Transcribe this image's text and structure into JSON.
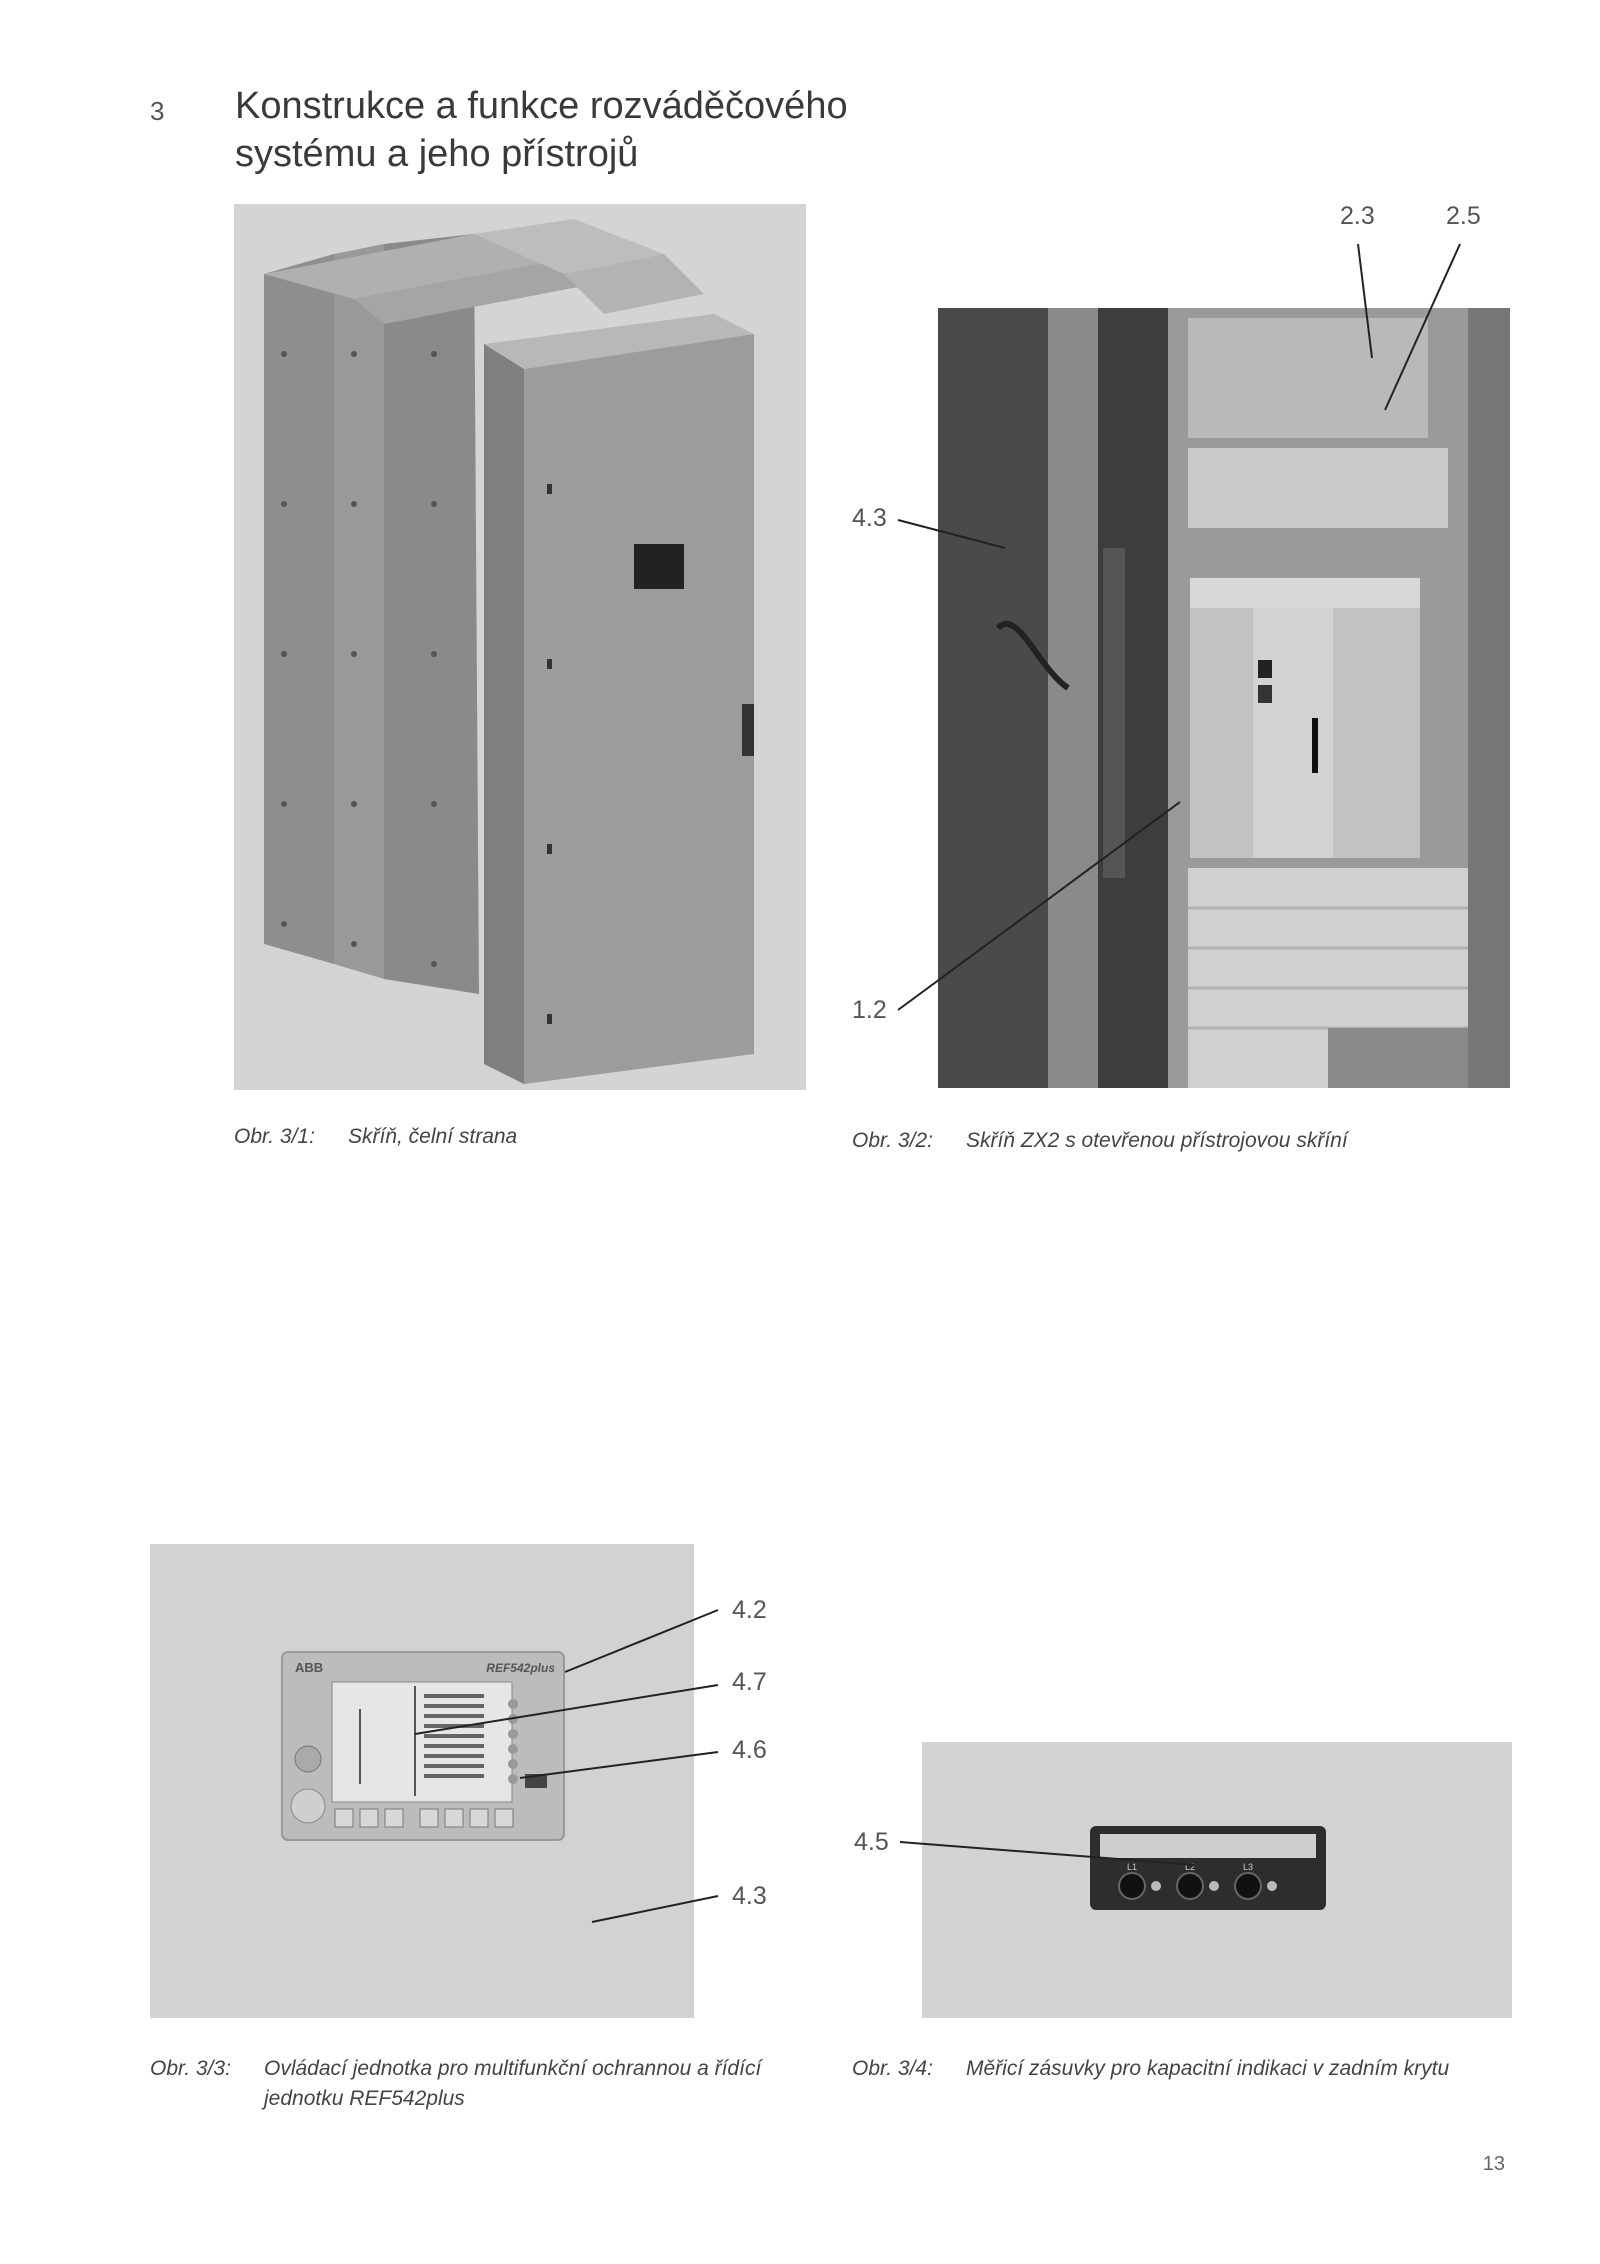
{
  "section": {
    "number": "3",
    "title_line1": "Konstrukce a funkce rozváděčového",
    "title_line2": "systému a jeho přístrojů"
  },
  "figures": [
    {
      "label": "Obr. 3/1:",
      "caption": "Skříň, čelní strana",
      "callouts": []
    },
    {
      "label": "Obr. 3/2:",
      "caption": "Skříň ZX2 s otevřenou přístrojovou skříní",
      "callouts": [
        "2.3",
        "2.5",
        "4.3",
        "1.2"
      ]
    },
    {
      "label": "Obr. 3/3:",
      "caption_line1": "Ovládací jednotka pro multifunkční ochrannou a řídící",
      "caption_line2": "jednotku REF542plus",
      "callouts": [
        "4.2",
        "4.7",
        "4.6",
        "4.3"
      ],
      "device": {
        "brand": "ABB",
        "model": "REF542plus"
      }
    },
    {
      "label": "Obr. 3/4:",
      "caption": "Měřicí zásuvky pro kapacitní indikaci v zadním krytu",
      "callouts": [
        "4.5"
      ],
      "sockets": [
        "L1",
        "L2",
        "L3"
      ]
    }
  ],
  "page_number": "13"
}
